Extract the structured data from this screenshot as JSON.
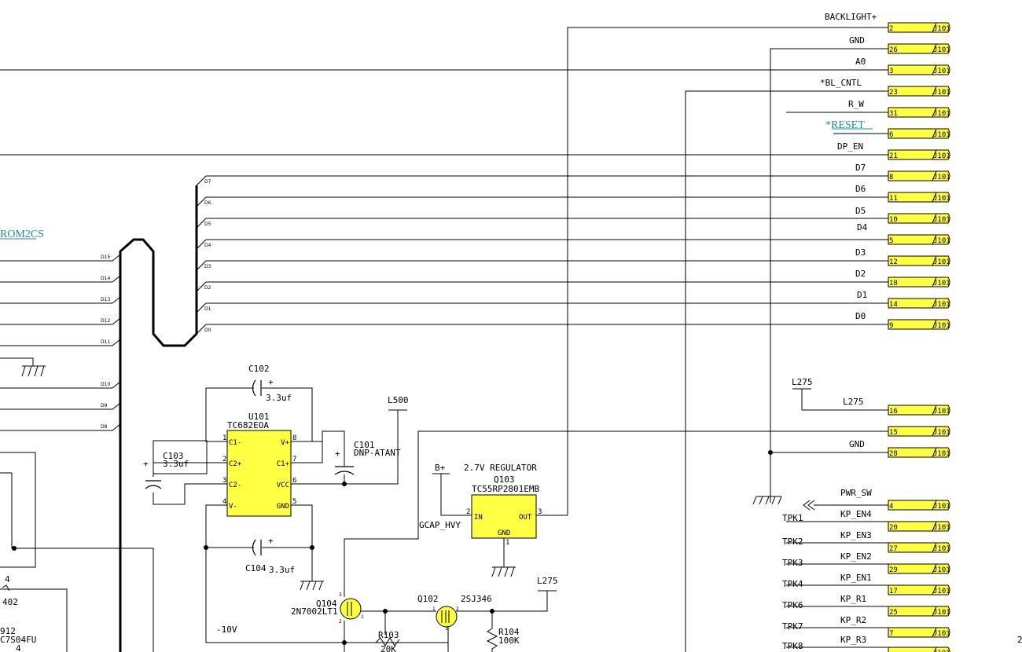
{
  "connector_ref": "J101",
  "connector_pins": [
    {
      "net": "BACKLIGHT+",
      "pin": "2"
    },
    {
      "net": "GND",
      "pin": "26"
    },
    {
      "net": "A0",
      "pin": "3"
    },
    {
      "net": "*BL_CNTL",
      "pin": "23"
    },
    {
      "net": "R_W",
      "pin": "31"
    },
    {
      "net": "*RESET",
      "pin": "6"
    },
    {
      "net": "DP_EN",
      "pin": "21"
    },
    {
      "net": "D7",
      "pin": "8"
    },
    {
      "net": "D6",
      "pin": "11"
    },
    {
      "net": "D5",
      "pin": "10"
    },
    {
      "net": "D4",
      "pin": "5"
    },
    {
      "net": "D3",
      "pin": "12"
    },
    {
      "net": "D2",
      "pin": "18"
    },
    {
      "net": "D1",
      "pin": "14"
    },
    {
      "net": "D0",
      "pin": "9"
    },
    {
      "net": "L275",
      "pin": "16"
    },
    {
      "net": "",
      "pin": "15"
    },
    {
      "net": "GND",
      "pin": "28"
    },
    {
      "net": "PWR_SW",
      "pin": "4"
    },
    {
      "net": "KP_EN4",
      "pin": "20"
    },
    {
      "net": "KP_EN3",
      "pin": "27"
    },
    {
      "net": "KP_EN2",
      "pin": "29"
    },
    {
      "net": "KP_EN1",
      "pin": "17"
    },
    {
      "net": "KP_R1",
      "pin": "25"
    },
    {
      "net": "KP_R2",
      "pin": "7"
    },
    {
      "net": "KP_R3",
      "pin": ""
    }
  ],
  "test_points": [
    "TPK1",
    "TPK2",
    "TPK3",
    "TPK4",
    "TPK6",
    "TPK7",
    "TPK8"
  ],
  "bus_right_labels": [
    "D7",
    "D6",
    "D5",
    "D4",
    "D3",
    "D2",
    "D1",
    "D0"
  ],
  "bus_left_labels": [
    "D15",
    "D14",
    "D13",
    "D12",
    "D11",
    "D10",
    "D9",
    "D8"
  ],
  "rom_label": "ROM2CS",
  "u101": {
    "ref": "U101",
    "part": "TC682EOA",
    "pins_left": [
      "C1-",
      "C2+",
      "C2-",
      "V-"
    ],
    "pins_left_num": [
      "1",
      "2",
      "3",
      "4"
    ],
    "pins_right": [
      "V+",
      "C1+",
      "VCC",
      "GND"
    ],
    "pins_right_num": [
      "8",
      "7",
      "6",
      "5"
    ]
  },
  "c102": {
    "ref": "C102",
    "value": "3.3uf",
    "pol": "+"
  },
  "c103": {
    "ref": "C103",
    "value": "3.3uf",
    "pol": "+"
  },
  "c101": {
    "ref": "C101",
    "value": "DNP-ATANT",
    "pol": "+"
  },
  "c104": {
    "ref": "C104",
    "value": "3.3uf",
    "pol": "+"
  },
  "l500": "L500",
  "regulator": {
    "title": "2.7V REGULATOR",
    "ref": "Q103",
    "part": "TC55RP2801EMB",
    "pin_in": "IN",
    "pin_out": "OUT",
    "pin_gnd": "GND",
    "num_in": "2",
    "num_out": "3",
    "num_gnd": "1"
  },
  "bplus": "B+",
  "gcap": "GCAP_HVY",
  "q104": {
    "ref": "Q104",
    "part": "2N7002LT1",
    "p3": "3",
    "p2": "2",
    "p1": "1"
  },
  "q102": {
    "ref": "Q102",
    "part": "2SJ346",
    "p1": "1",
    "p2": "2",
    "p3": "3"
  },
  "l275_bottom": "L275",
  "l275_flag": "L275",
  "r103": {
    "ref": "R103",
    "value": "20K"
  },
  "r104": {
    "ref": "R104",
    "value": "100K"
  },
  "neg10": "-10V",
  "left_frag": {
    "n4": "4",
    "v402": "402",
    "v912": "912",
    "part": "C7S04FU",
    "n4b": "4"
  },
  "edge_char": "2"
}
